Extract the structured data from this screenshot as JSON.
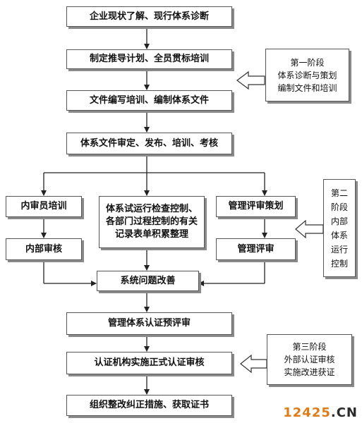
{
  "main_steps": [
    "企业现状了解、现行体系诊断",
    "制定推导计划、全员贯标培训",
    "文件编写培训、编制体系文件",
    "体系文件审定、发布、培训、考核"
  ],
  "parallel": {
    "left_top": "内审员培训",
    "left_bottom": "内部审核",
    "center": "体系试运行检查控制、各部门过程控制的有关记录表单积累整理",
    "right_top": "管理评审策划",
    "right_bottom": "管理评审"
  },
  "lower_steps": [
    "系统问题改善",
    "管理体系认证预评审",
    "认证机构实施正式认证审核",
    "组织整改纠正措施、获取证书"
  ],
  "stages": [
    {
      "text": "第一阶段\n体系诊断与策划\n编制文件和培训"
    },
    {
      "text": "第二\n阶段\n内部\n体系\n运行\n控制"
    },
    {
      "text": "第三阶段\n外部认证审核\n实施改进获证"
    }
  ],
  "watermark": {
    "number": "12425",
    "domain": ".CN"
  }
}
